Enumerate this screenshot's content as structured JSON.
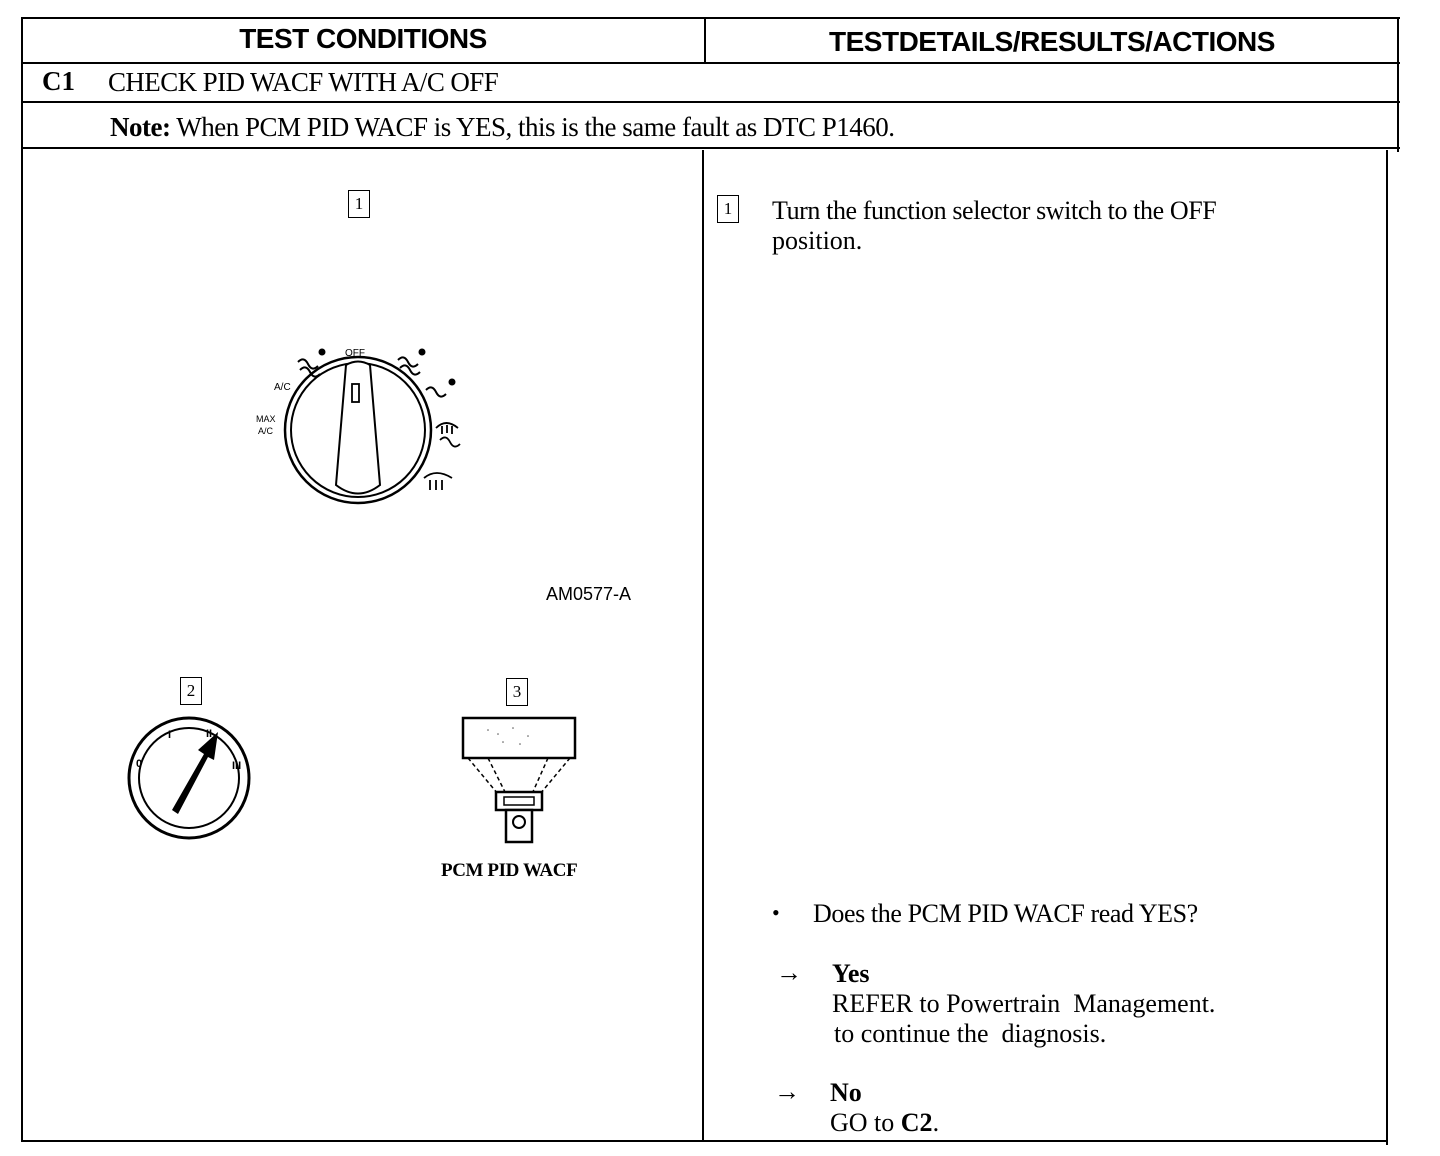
{
  "table": {
    "col_left_header": "TEST CONDITIONS",
    "col_right_header": "TESTDETAILS/RESULTS/ACTIONS",
    "step_id": "C1",
    "step_title": "CHECK PID WACF WITH A/C OFF",
    "note_label": "Note:",
    "note_text": "When PCM PID WACF is YES, this is the same fault as DTC P1460."
  },
  "left": {
    "figure1": {
      "step_number": "1",
      "dial_labels": {
        "off": "OFF",
        "ac": "A/C",
        "max_ac_line1": "MAX",
        "max_ac_line2": "A/C"
      },
      "figure_code": "AM0577-A"
    },
    "figure2": {
      "step_number": "2",
      "ignition_labels": [
        "0",
        "I",
        "II",
        "III"
      ]
    },
    "figure3": {
      "step_number": "3",
      "caption": "PCM PID WACF"
    }
  },
  "right": {
    "step1": {
      "number": "1",
      "line1": "Turn the function selector switch to the OFF",
      "line2": "position."
    },
    "question_bullet": "•",
    "question": "Does the PCM PID WACF read YES?",
    "arrow": "→",
    "yes": {
      "label": "Yes",
      "line1": "REFER to Powertrain  Management.",
      "line2": "to continue the  diagnosis."
    },
    "no": {
      "label": "No",
      "line1_prefix": "GO to ",
      "line1_ref": "C2",
      "line1_suffix": "."
    }
  }
}
